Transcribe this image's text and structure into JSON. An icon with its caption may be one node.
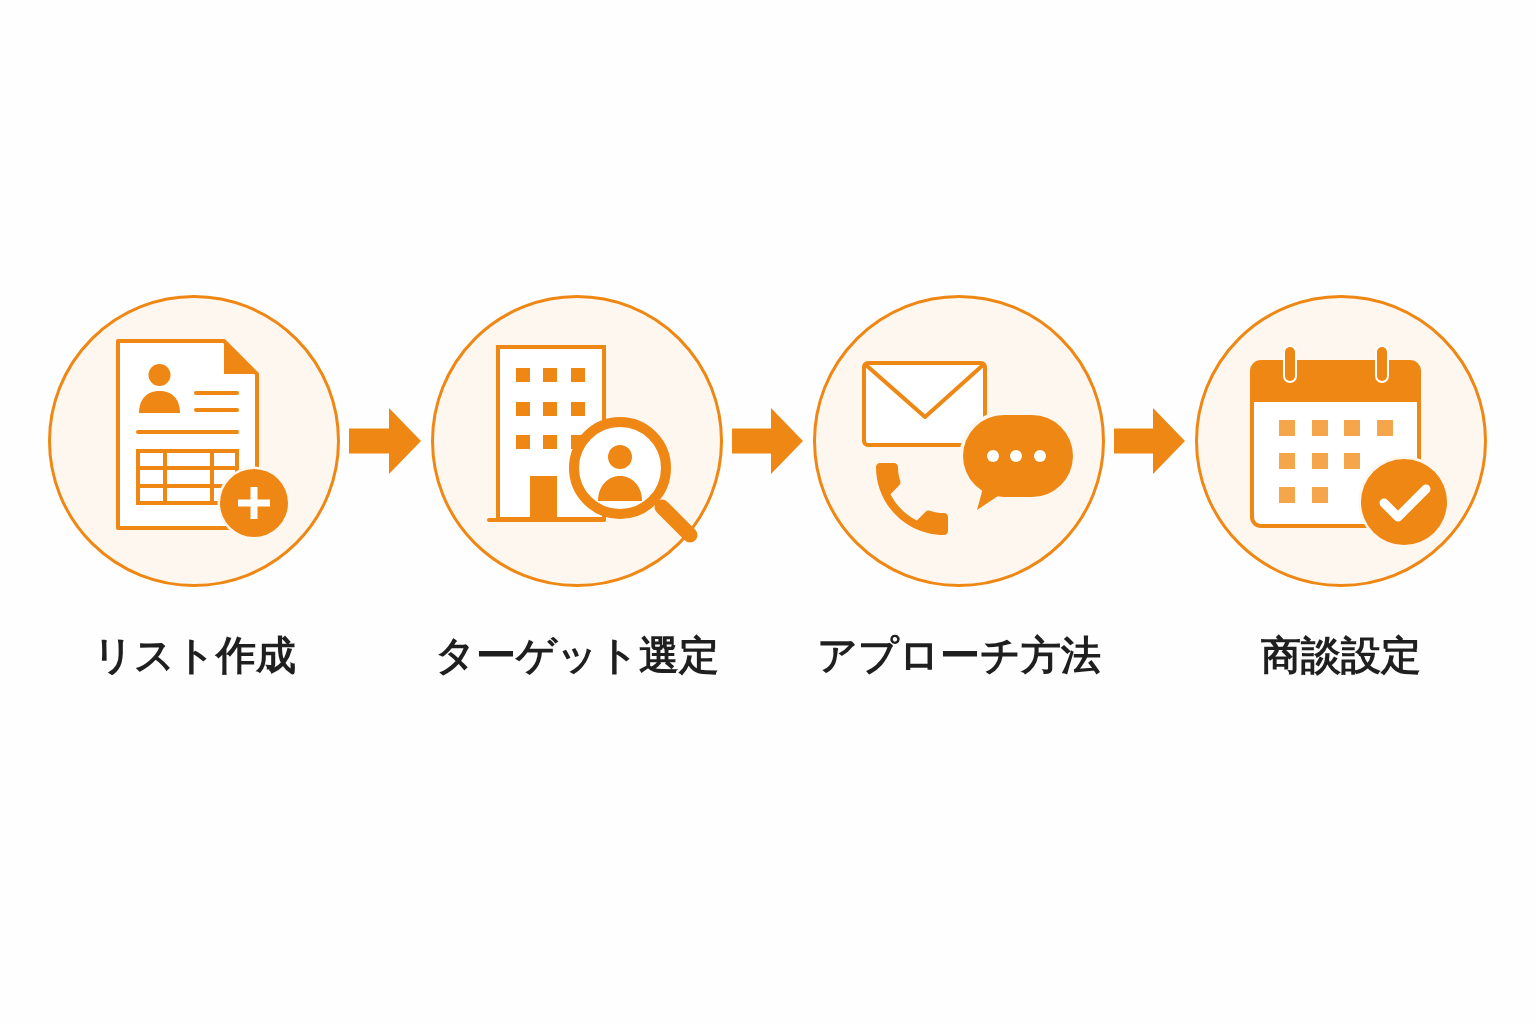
{
  "diagram": {
    "nodes": [
      {
        "text": [
          "リスト作成"
        ]
      },
      {
        "text": [
          "ターゲット選定"
        ]
      },
      {
        "text": [
          "アプローチ方法"
        ]
      },
      {
        "text": [
          "商談設定"
        ]
      }
    ],
    "edges": [
      {
        "from": 0,
        "to": 1,
        "arrow": "to"
      },
      {
        "from": 1,
        "to": 2,
        "arrow": "to"
      },
      {
        "from": 2,
        "to": 3,
        "arrow": "to"
      }
    ]
  }
}
